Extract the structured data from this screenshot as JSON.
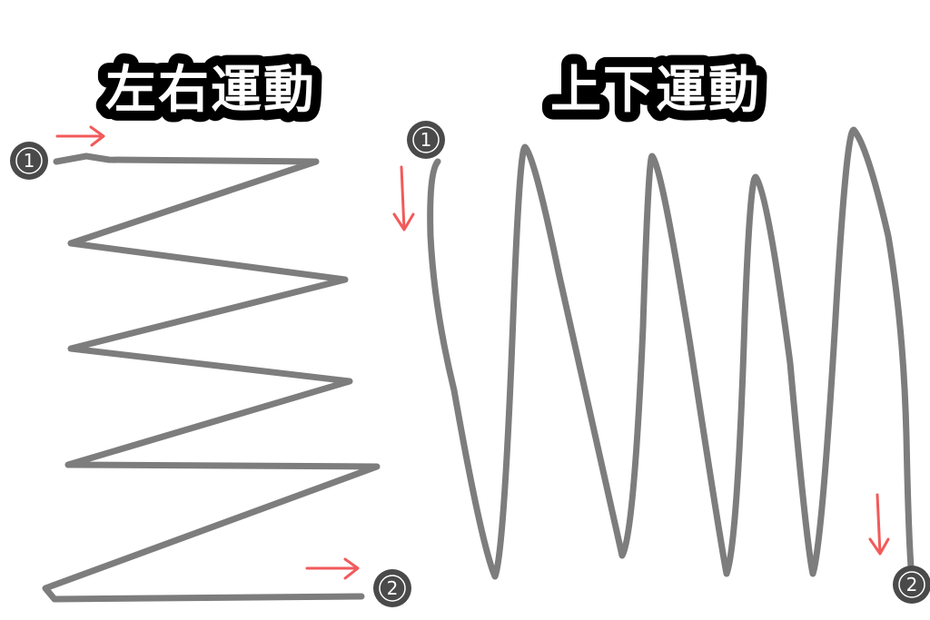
{
  "left_panel": {
    "title": "左右運動",
    "start_label": "1",
    "end_label": "2"
  },
  "right_panel": {
    "title": "上下運動",
    "start_label": "1",
    "end_label": "2"
  },
  "colors": {
    "stroke": "#7d7d7d",
    "arrow": "#f25a5a",
    "marker": "#4a4a4a"
  }
}
